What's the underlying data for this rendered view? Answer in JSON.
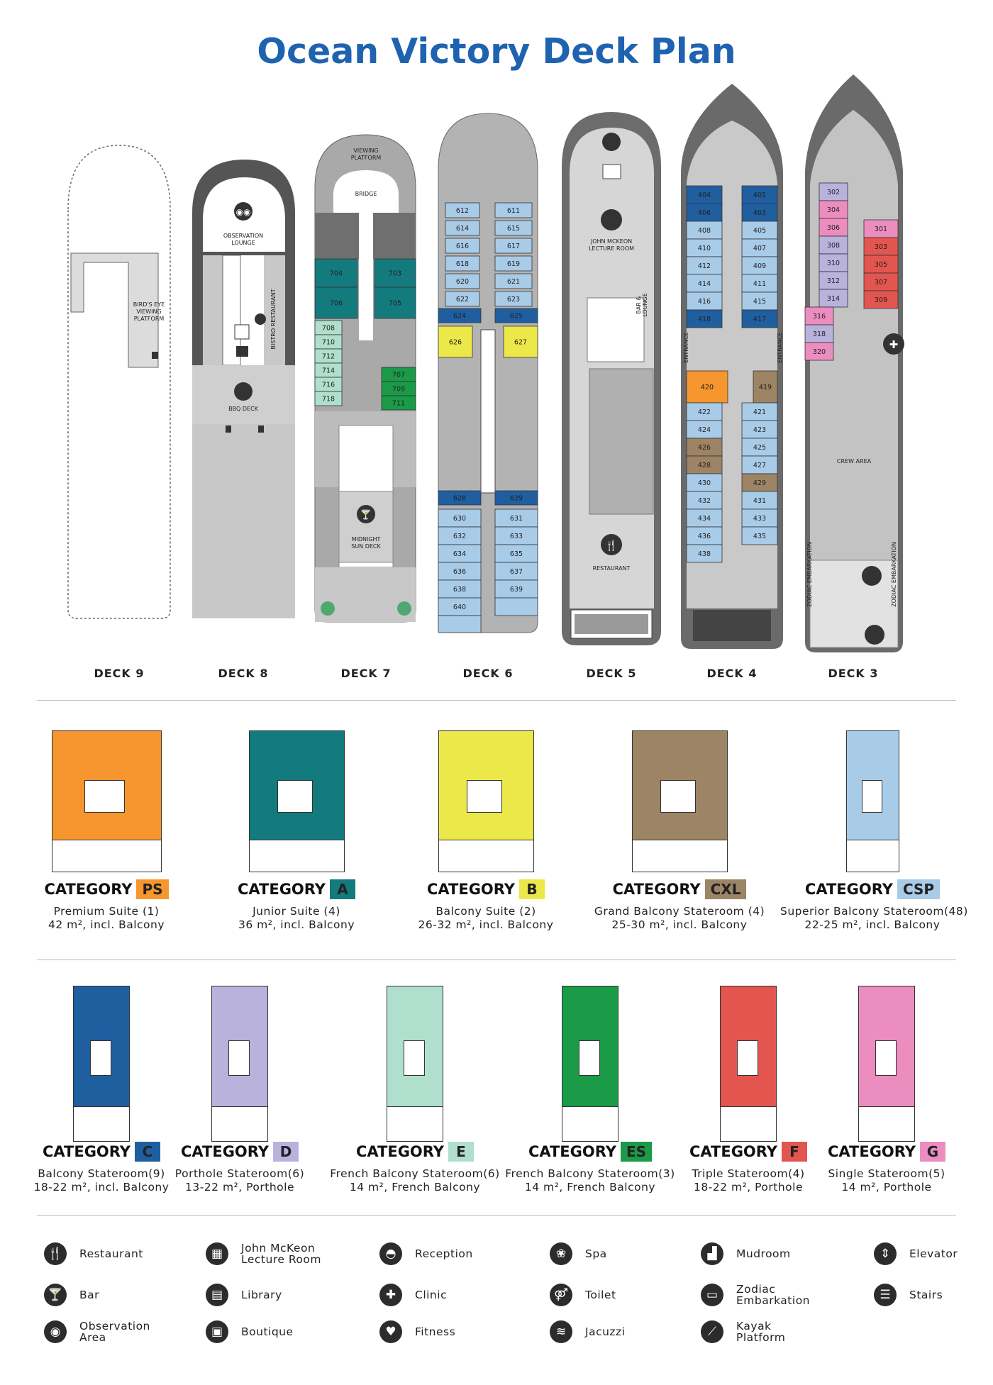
{
  "title": "Ocean Victory Deck Plan",
  "decks": {
    "labels": [
      "DECK 9",
      "DECK 8",
      "DECK 7",
      "DECK 6",
      "DECK 5",
      "DECK 4",
      "DECK 3"
    ],
    "deck9": {
      "platform": "BIRD'S EYE\nVIEWING\nPLATFORM"
    },
    "deck8": {
      "lounge": "OBSERVATION\nLOUNGE",
      "restaurant": "BISTRO RESTAURANT",
      "bbq": "BBQ DECK"
    },
    "deck7": {
      "viewing": "VIEWING\nPLATFORM",
      "bridge": "BRIDGE",
      "sun": "MIDNIGHT\nSUN DECK",
      "cabins": [
        "704",
        "703",
        "706",
        "705",
        "708",
        "710",
        "712",
        "714",
        "716",
        "718",
        "707",
        "709",
        "711"
      ]
    },
    "deck6": {
      "cabins": [
        "612",
        "611",
        "614",
        "615",
        "616",
        "617",
        "618",
        "619",
        "620",
        "621",
        "622",
        "623",
        "624",
        "625",
        "626",
        "627",
        "628",
        "629",
        "630",
        "631",
        "632",
        "633",
        "634",
        "635",
        "636",
        "637",
        "638",
        "639",
        "640"
      ]
    },
    "deck5": {
      "lecture": "JOHN MCKEON\nLECTURE ROOM",
      "bar": "BAR &\nLOUNGE",
      "restaurant": "RESTAURANT"
    },
    "deck4": {
      "entrance": "ENTRANCE",
      "cabins": [
        "404",
        "401",
        "406",
        "403",
        "408",
        "405",
        "410",
        "407",
        "412",
        "409",
        "414",
        "411",
        "416",
        "415",
        "418",
        "417",
        "419",
        "420",
        "421",
        "422",
        "423",
        "424",
        "425",
        "426",
        "427",
        "428",
        "429",
        "430",
        "431",
        "432",
        "433",
        "434",
        "435",
        "436",
        "438"
      ]
    },
    "deck3": {
      "crew": "CREW AREA",
      "zodiac": "ZODIAC EMBARKATION",
      "cabins": [
        "302",
        "304",
        "301",
        "306",
        "303",
        "308",
        "305",
        "310",
        "307",
        "312",
        "309",
        "314",
        "316",
        "318",
        "320"
      ]
    }
  },
  "categories": [
    {
      "code": "PS",
      "label": "CATEGORY",
      "name": "Premium Suite (1)",
      "size": "42 m², incl. Balcony",
      "color": "#f7952e"
    },
    {
      "code": "A",
      "label": "CATEGORY",
      "name": "Junior Suite (4)",
      "size": "36 m², incl. Balcony",
      "color": "#137a7d"
    },
    {
      "code": "B",
      "label": "CATEGORY",
      "name": "Balcony Suite (2)",
      "size": "26-32 m², incl. Balcony",
      "color": "#ede84a"
    },
    {
      "code": "CXL",
      "label": "CATEGORY",
      "name": "Grand Balcony Stateroom (4)",
      "size": "25-30 m², incl. Balcony",
      "color": "#9c8464"
    },
    {
      "code": "CSP",
      "label": "CATEGORY",
      "name": "Superior Balcony Stateroom(48)",
      "size": "22-25 m², incl. Balcony",
      "color": "#a8cbe8"
    },
    {
      "code": "C",
      "label": "CATEGORY",
      "name": "Balcony Stateroom(9)",
      "size": "18-22 m², incl. Balcony",
      "color": "#1f5fa0"
    },
    {
      "code": "D",
      "label": "CATEGORY",
      "name": "Porthole Stateroom(6)",
      "size": "13-22 m², Porthole",
      "color": "#b8b2dc"
    },
    {
      "code": "E",
      "label": "CATEGORY",
      "name": "French Balcony Stateroom(6)",
      "size": "14 m², French Balcony",
      "color": "#b0e0cd"
    },
    {
      "code": "ES",
      "label": "CATEGORY",
      "name": "French Balcony Stateroom(3)",
      "size": "14 m², French Balcony",
      "color": "#1b9a48"
    },
    {
      "code": "F",
      "label": "CATEGORY",
      "name": "Triple Stateroom(4)",
      "size": "18-22 m², Porthole",
      "color": "#e2564f"
    },
    {
      "code": "G",
      "label": "CATEGORY",
      "name": "Single Stateroom(5)",
      "size": "14 m², Porthole",
      "color": "#ec8dc0"
    }
  ],
  "legend": [
    {
      "icon": "restaurant-icon",
      "glyph": "🍴",
      "label": "Restaurant"
    },
    {
      "icon": "bar-icon",
      "glyph": "🍸",
      "label": "Bar"
    },
    {
      "icon": "observation-icon",
      "glyph": "◉",
      "label": "Observation\nArea"
    },
    {
      "icon": "lecture-room-icon",
      "glyph": "▦",
      "label": "John McKeon\nLecture Room"
    },
    {
      "icon": "library-icon",
      "glyph": "▤",
      "label": "Library"
    },
    {
      "icon": "boutique-icon",
      "glyph": "▣",
      "label": "Boutique"
    },
    {
      "icon": "reception-icon",
      "glyph": "◓",
      "label": "Reception"
    },
    {
      "icon": "clinic-icon",
      "glyph": "✚",
      "label": "Clinic"
    },
    {
      "icon": "fitness-icon",
      "glyph": "♥",
      "label": "Fitness"
    },
    {
      "icon": "spa-icon",
      "glyph": "❀",
      "label": "Spa"
    },
    {
      "icon": "toilet-icon",
      "glyph": "⚤",
      "label": "Toilet"
    },
    {
      "icon": "jacuzzi-icon",
      "glyph": "≋",
      "label": "Jacuzzi"
    },
    {
      "icon": "mudroom-icon",
      "glyph": "▟",
      "label": "Mudroom"
    },
    {
      "icon": "zodiac-icon",
      "glyph": "▭",
      "label": "Zodiac\nEmbarkation"
    },
    {
      "icon": "kayak-icon",
      "glyph": "⟋",
      "label": "Kayak\nPlatform"
    },
    {
      "icon": "elevator-icon",
      "glyph": "⇕",
      "label": "Elevator"
    },
    {
      "icon": "stairs-icon",
      "glyph": "☰",
      "label": "Stairs"
    }
  ]
}
